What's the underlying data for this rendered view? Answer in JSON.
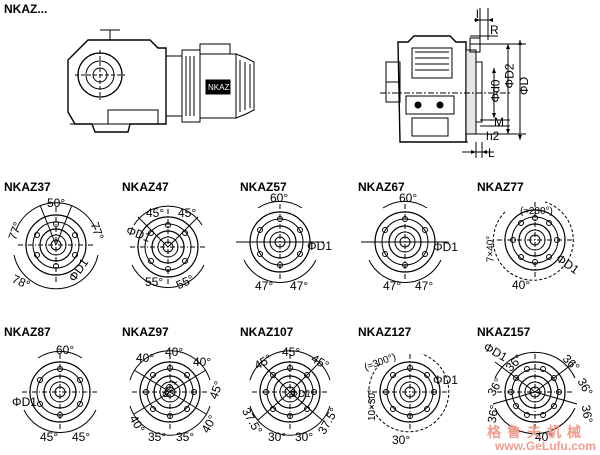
{
  "header": {
    "title": "NKAZ..."
  },
  "elevation_labels": {
    "R": "R",
    "I": "l",
    "L": "L",
    "M": "M",
    "h2": "h2",
    "d0": "Φd0",
    "D2": "ΦD2",
    "D": "ΦD"
  },
  "flanges": [
    {
      "id": "nkaz37",
      "name": "NKAZ37",
      "labels": [
        "50°",
        "77°",
        "77°",
        "78°",
        "ΦD1"
      ]
    },
    {
      "id": "nkaz47",
      "name": "NKAZ47",
      "labels": [
        "45°",
        "45°",
        "ΦD1",
        "55°",
        "55°"
      ]
    },
    {
      "id": "nkaz57",
      "name": "NKAZ57",
      "labels": [
        "60°",
        "ΦD1",
        "47°",
        "47°"
      ]
    },
    {
      "id": "nkaz67",
      "name": "NKAZ67",
      "labels": [
        "60°",
        "ΦD1",
        "47°",
        "47°"
      ]
    },
    {
      "id": "nkaz77",
      "name": "NKAZ77",
      "labels": [
        "(≈280°)",
        "7×40°",
        "ΦD1",
        "40°"
      ]
    },
    {
      "id": "nkaz87",
      "name": "NKAZ87",
      "labels": [
        "60°",
        "ΦD1",
        "45°",
        "45°"
      ]
    },
    {
      "id": "nkaz97",
      "name": "NKAZ97",
      "labels": [
        "40°",
        "40°",
        "40°",
        "45°",
        "ΦD1",
        "40°",
        "35°",
        "35°",
        "40°"
      ]
    },
    {
      "id": "nkaz107",
      "name": "NKAZ107",
      "labels": [
        "45°",
        "45°",
        "45°",
        "ΦD1",
        "37.5°",
        "30°",
        "30°",
        "37.5°"
      ]
    },
    {
      "id": "nkaz127",
      "name": "NKAZ127",
      "labels": [
        "(≈300°)",
        "ΦD1",
        "10×30°",
        "30°"
      ]
    },
    {
      "id": "nkaz157",
      "name": "NKAZ157",
      "labels": [
        "ΦD1",
        "36°",
        "36°",
        "36°",
        "36°",
        "36°",
        "36°",
        "40°"
      ]
    }
  ],
  "watermark": {
    "cn": "格鲁夫机械",
    "url": "www.GeLufu.com"
  },
  "colors": {
    "line": "#000000",
    "watermark": "#f19d8d"
  }
}
